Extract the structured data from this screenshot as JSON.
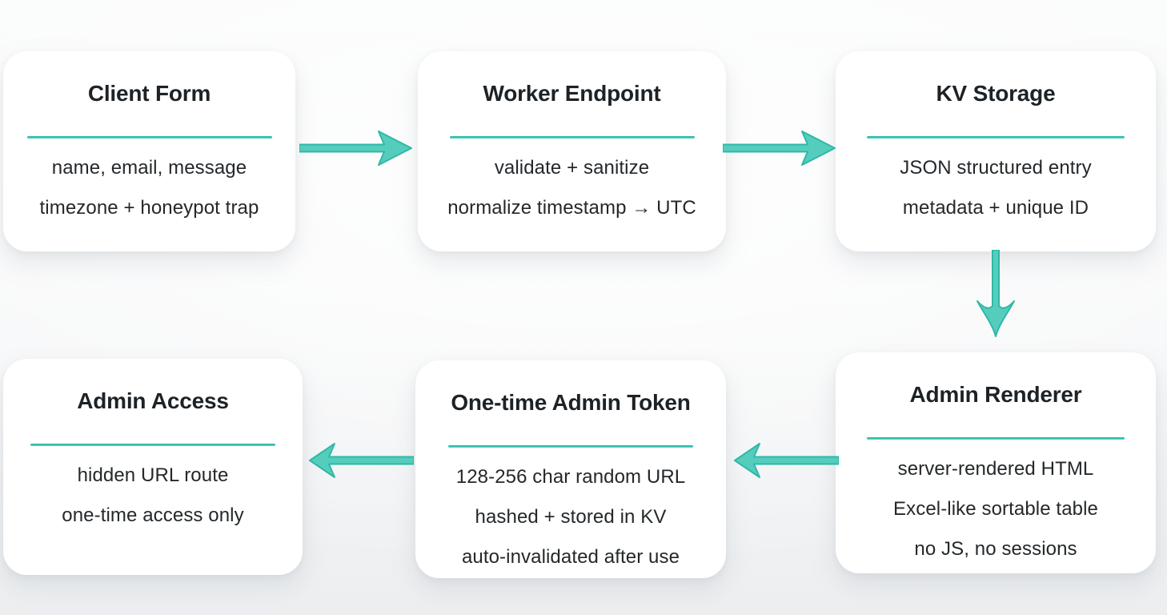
{
  "diagram": {
    "colors": {
      "accent": "#3cc6b4",
      "accent_dark": "#2ab3a2",
      "accent_light": "#63d6c7",
      "arrow_fill": "#55cdbd",
      "arrow_stroke": "#2fb8a7",
      "card_background": "#ffffff",
      "title_text": "#1d2226",
      "body_text": "#24282b"
    },
    "nodes": [
      {
        "id": "client-form",
        "title": "Client Form",
        "lines": [
          "name, email, message",
          "timezone + honeypot trap"
        ]
      },
      {
        "id": "worker-endpoint",
        "title": "Worker Endpoint",
        "lines": [
          "validate + sanitize",
          "normalize timestamp → UTC"
        ]
      },
      {
        "id": "kv-storage",
        "title": "KV Storage",
        "lines": [
          "JSON structured entry",
          "metadata + unique ID"
        ]
      },
      {
        "id": "admin-renderer",
        "title": "Admin Renderer",
        "lines": [
          "server-rendered HTML",
          "Excel-like sortable table",
          "no JS, no sessions"
        ]
      },
      {
        "id": "one-time-admin-token",
        "title": "One-time Admin Token",
        "lines": [
          "128-256 char random URL",
          "hashed + stored in KV",
          "auto-invalidated after use"
        ]
      },
      {
        "id": "admin-access",
        "title": "Admin Access",
        "lines": [
          "hidden URL route",
          "one-time access only"
        ]
      }
    ],
    "arrows": [
      {
        "from": "client-form",
        "to": "worker-endpoint",
        "direction": "right"
      },
      {
        "from": "worker-endpoint",
        "to": "kv-storage",
        "direction": "right"
      },
      {
        "from": "kv-storage",
        "to": "admin-renderer",
        "direction": "down"
      },
      {
        "from": "admin-renderer",
        "to": "one-time-admin-token",
        "direction": "left"
      },
      {
        "from": "one-time-admin-token",
        "to": "admin-access",
        "direction": "left"
      }
    ]
  }
}
